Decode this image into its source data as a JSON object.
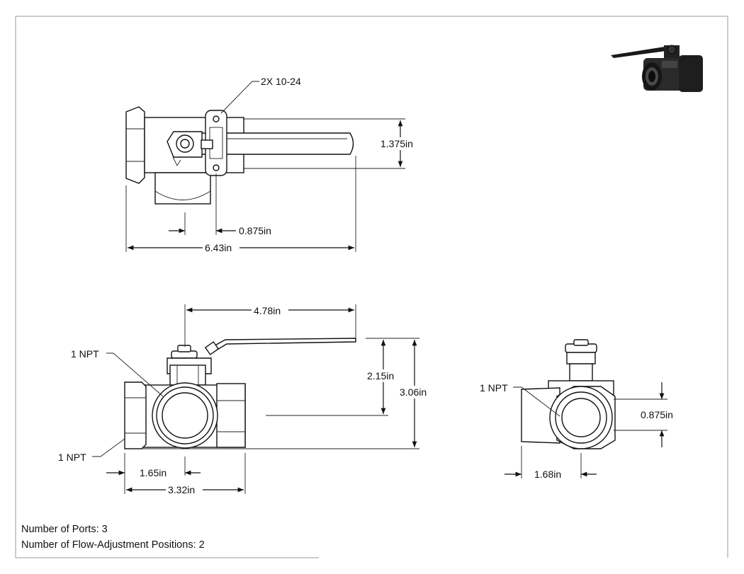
{
  "labels": {
    "screw_callout": "2X 10-24",
    "npt_top": "1 NPT",
    "npt_bottom": "1 NPT",
    "npt_side": "1 NPT"
  },
  "dimensions": {
    "handle_width": "1.375in",
    "stem_offset": "0.875in",
    "overall_length": "6.43in",
    "handle_length": "4.78in",
    "centerline_height": "2.15in",
    "overall_height": "3.06in",
    "side_port_offset": "0.875in",
    "port_center": "1.65in",
    "body_length": "3.32in",
    "side_center": "1.68in"
  },
  "specs": {
    "ports": "Number of Ports: 3",
    "positions": "Number of Flow-Adjustment Positions: 2"
  },
  "colors": {
    "line": "#111111",
    "background": "#ffffff",
    "border": "#999999"
  },
  "icons": {
    "product": "ball-valve-photo-icon"
  }
}
